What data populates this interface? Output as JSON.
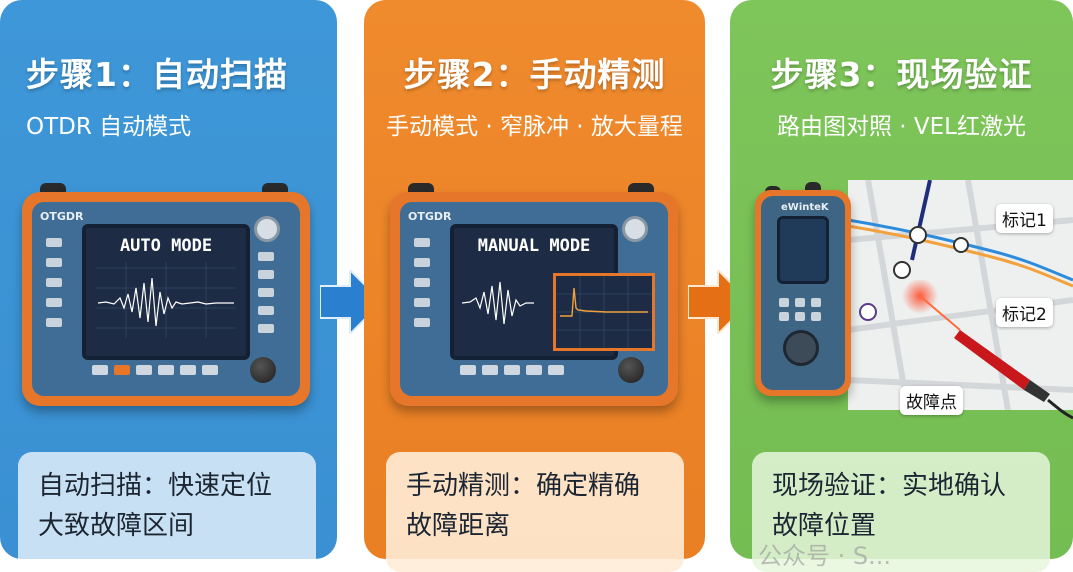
{
  "steps": [
    {
      "title": "步骤1：自动扫描",
      "subtitle": "OTDR 自动模式",
      "screen_label": "AUTO MODE",
      "brand": "OTGDR",
      "caption_line1": "自动扫描：快速定位",
      "caption_line2": "大致故障区间"
    },
    {
      "title": "步骤2：手动精测",
      "subtitle": "手动模式 · 窄脉冲 · 放大量程",
      "screen_label": "MANUAL MODE",
      "brand": "OTGDR",
      "caption_line1": "手动精测：确定精确",
      "caption_line2": "故障距离"
    },
    {
      "title": "步骤3：现场验证",
      "subtitle": "路由图对照 · VEL红激光",
      "brand": "eWinteK",
      "caption_line1": "现场验证：实地确认",
      "caption_line2": "故障位置"
    }
  ],
  "map_tags": {
    "mark1": "标记1",
    "mark2": "标记2",
    "fault": "故障点"
  },
  "watermark": "公众号 · S...",
  "colors": {
    "blue": "#3e97d8",
    "orange": "#ea7f24",
    "green": "#7ec55a"
  }
}
